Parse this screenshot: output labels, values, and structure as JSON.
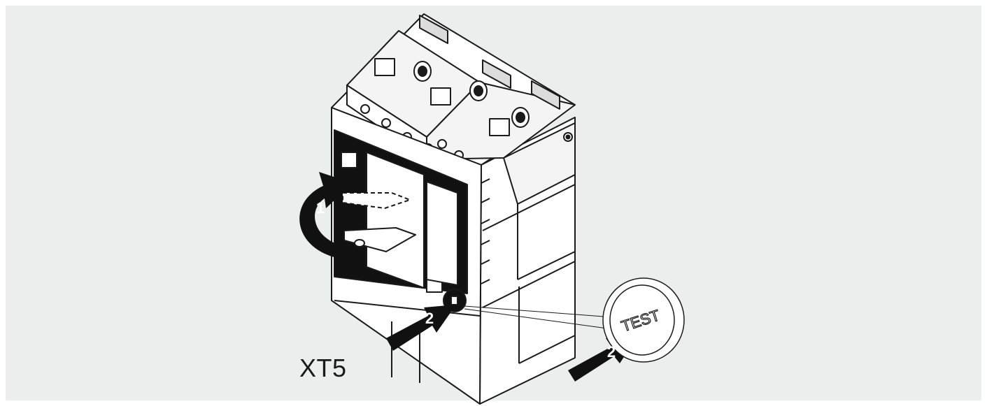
{
  "model": "XT5",
  "steps": {
    "step1": "1",
    "step2_device": "2",
    "step2_detail": "2"
  },
  "button": {
    "label": "TEST"
  },
  "colors": {
    "background": "#eceeed",
    "ink": "#1a1a1a",
    "panel_black": "#111111",
    "device_white": "#ffffff",
    "device_shadow": "#d9d9d9"
  },
  "icons": {
    "rotate_arrow": "curved-arrow-icon",
    "push_arrow": "push-arrow-icon"
  }
}
